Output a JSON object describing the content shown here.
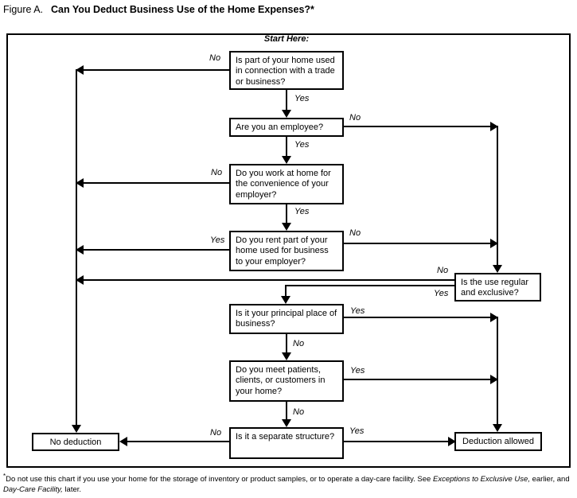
{
  "title": {
    "figure_label": "Figure A.",
    "heading": "Can You Deduct Business Use of the Home Expenses?*"
  },
  "flowchart": {
    "start_label": "Start Here:",
    "yes": "Yes",
    "no": "No",
    "nodes": {
      "q1": "Is part of your home used in connection with a trade or business?",
      "q2": "Are you an employee?",
      "q3": "Do you work at home for the convenience of your employer?",
      "q4": "Do you rent part of your home used for business to your employer?",
      "q5": "Is the use regular and exclusive?",
      "q6": "Is it your principal place of business?",
      "q7": "Do you meet patients, clients, or customers in your home?",
      "q8": "Is it a separate structure?",
      "no_deduction": "No deduction",
      "deduction_allowed": "Deduction allowed"
    }
  },
  "footnote": {
    "asterisk": "*",
    "part1": "Do not use this chart if you use your home for the storage of inventory or product samples, or to operate a day-care facility. See ",
    "italic1": "Exceptions to Exclusive Use,",
    "part2": " earlier, and ",
    "italic2": "Day-Care Facility,",
    "part3": " later."
  },
  "colors": {
    "ink": "#000000",
    "paper": "#ffffff"
  }
}
